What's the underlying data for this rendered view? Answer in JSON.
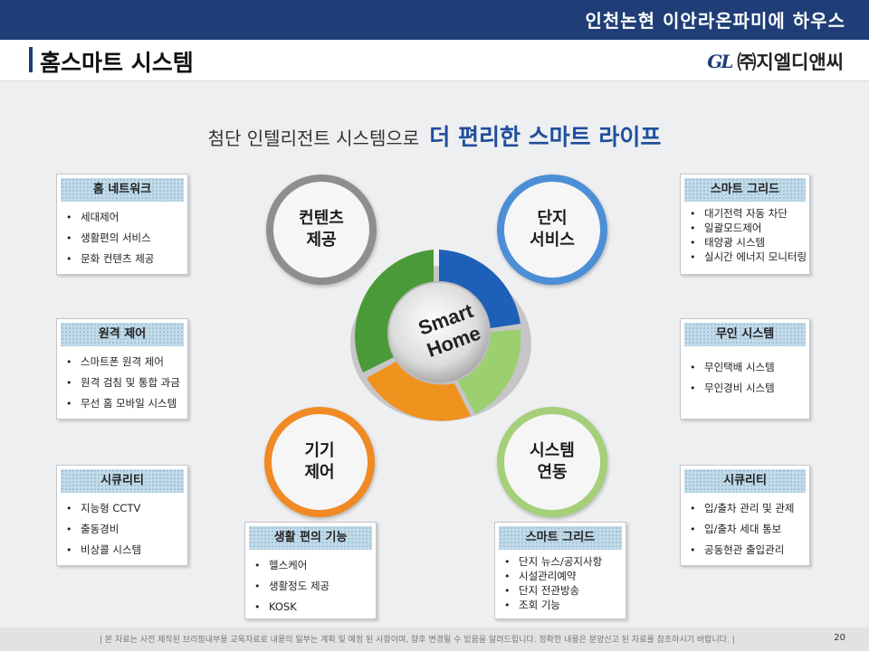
{
  "topbar": {
    "title": "인천논현 이안라온파미에 하우스"
  },
  "header": {
    "title": "홈스마트 시스템",
    "logo_mark": "GL",
    "logo_text": "㈜지엘디앤씨"
  },
  "headline": {
    "part1": "첨단 인텔리전트 시스템으로",
    "part2": "더 편리한 스마트 라이프"
  },
  "hub": {
    "label": "Smart\nHome"
  },
  "rings": [
    {
      "label": "컨텐츠\n제공",
      "color": "#8e8e8e"
    },
    {
      "label": "단지\n서비스",
      "color": "#4d8fd6"
    },
    {
      "label": "기기\n제어",
      "color": "#f08a24"
    },
    {
      "label": "시스템\n연동",
      "color": "#a6cf7a"
    }
  ],
  "boxes": {
    "home_network": {
      "title": "홈 네트워크",
      "items": [
        "세대제어",
        "생활편의 서비스",
        "문화 컨텐츠 제공"
      ]
    },
    "remote_control": {
      "title": "원격 제어",
      "items": [
        "스마트폰 원격 제어",
        "원격 검침 및 통합 과금",
        "무선 홈 모바일 시스템"
      ]
    },
    "security_left": {
      "title": "시큐리티",
      "items": [
        "지능형 CCTV",
        "출동경비",
        "비상콜 시스템"
      ]
    },
    "living": {
      "title": "생활 편의 기능",
      "items": [
        "헬스케어",
        "생활정도 제공",
        "KOSK"
      ]
    },
    "smart_grid_bottom": {
      "title": "스마트 그리드",
      "items": [
        "단지 뉴스/공지사항",
        "시설관리예약",
        "단지 전관방송",
        "조회 기능"
      ]
    },
    "smart_grid_right": {
      "title": "스마트 그리드",
      "items": [
        "대기전력 자동 차단",
        "일괄모드제어",
        "태양광 시스템",
        "실시간 에너지 모니터링"
      ]
    },
    "unmanned": {
      "title": "무인 시스템",
      "items": [
        "무인택배 시스템",
        "무인경비 시스템"
      ]
    },
    "security_right": {
      "title": "시큐리티",
      "items": [
        "입/출차 관리 및 관제",
        "입/출차 세대 통보",
        "공동현관 출입관리"
      ]
    }
  },
  "footer": {
    "disclaimer": "| 본 자료는 사전 제작된 브리핑내부용 교육자료로 내용의 일부는 계획 및 예정 된 사항이며, 향후 변경될 수 있음을 알려드립니다. 정확한 내용은 분양신고 된 자료를 참조하시기 바랍니다. |",
    "page": "20"
  },
  "colors": {
    "brand": "#1f3e77",
    "headline_accent": "#1f4e9c",
    "box_header": "#c2dbe9"
  }
}
